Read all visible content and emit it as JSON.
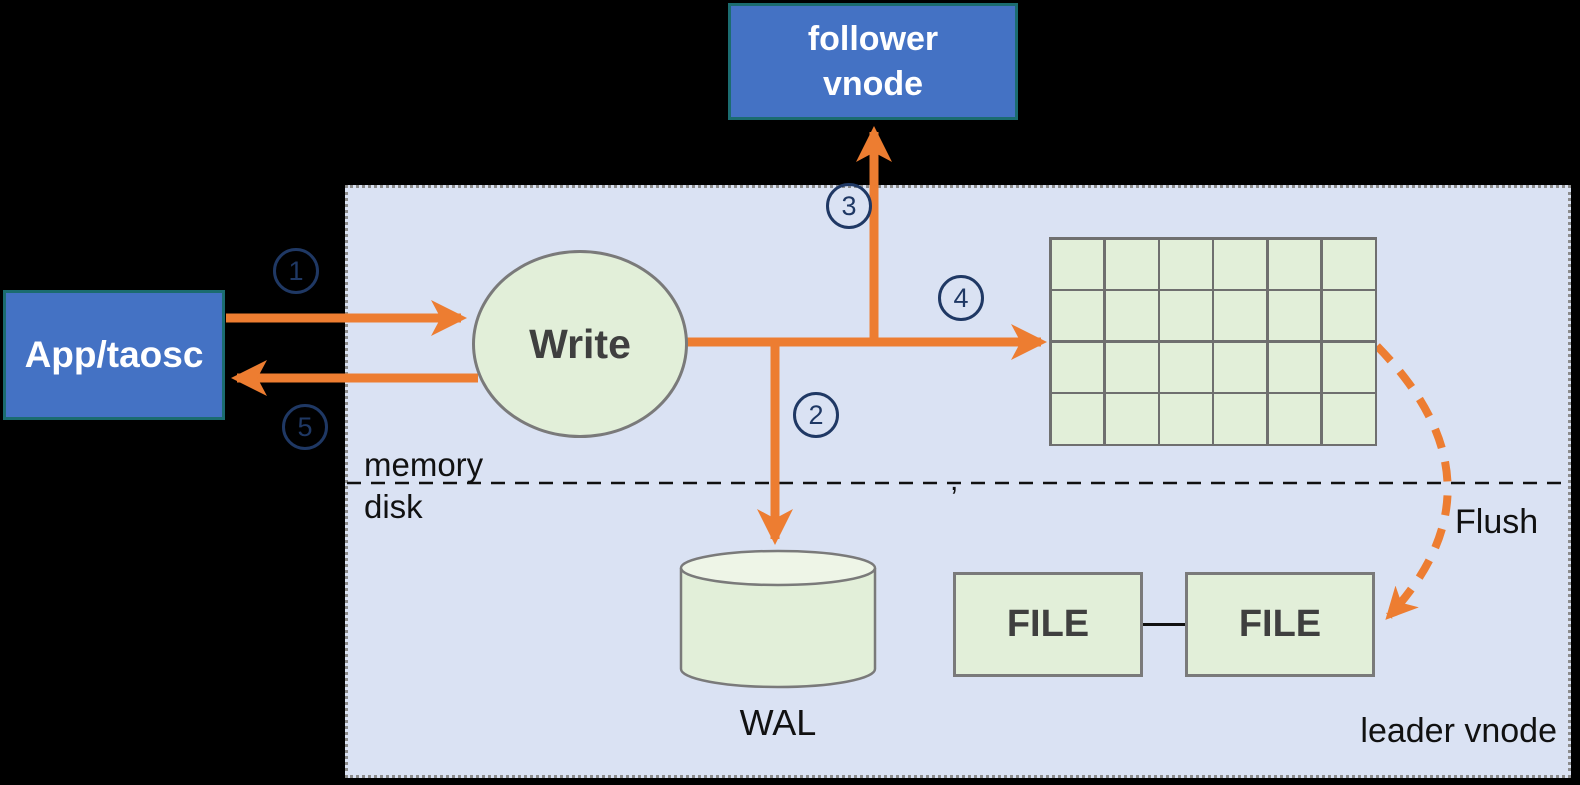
{
  "colors": {
    "bg": "#000000",
    "panel-fill": "#dae2f3",
    "panel-border": "#8c8c8c",
    "node-blue": "#4472c4",
    "node-blue-border": "#1b6c70",
    "node-green": "#e2efd9",
    "node-green-top": "#eef5e7",
    "node-green-border": "#7a7a7a",
    "grid-line": "#6f6f6f",
    "arrow-orange": "#ed7d31",
    "step-navy": "#1f3864",
    "text-dark": "#3f3f3f",
    "text-black": "#111111"
  },
  "nodes": {
    "follower_vnode": {
      "label": "follower\nvnode"
    },
    "app_taosc": {
      "label": "App/taosc"
    },
    "write": {
      "label": "Write"
    },
    "wal": {
      "label": "WAL"
    },
    "file_left": {
      "label": "FILE"
    },
    "file_right": {
      "label": "FILE"
    }
  },
  "labels": {
    "memory": "memory",
    "disk": "disk",
    "flush": "Flush",
    "leader_vnode": "leader vnode",
    "divider_mark": ","
  },
  "steps": [
    {
      "n": "1"
    },
    {
      "n": "2"
    },
    {
      "n": "3"
    },
    {
      "n": "4"
    },
    {
      "n": "5"
    }
  ],
  "memtable": {
    "rows": 4,
    "cols": 6
  }
}
